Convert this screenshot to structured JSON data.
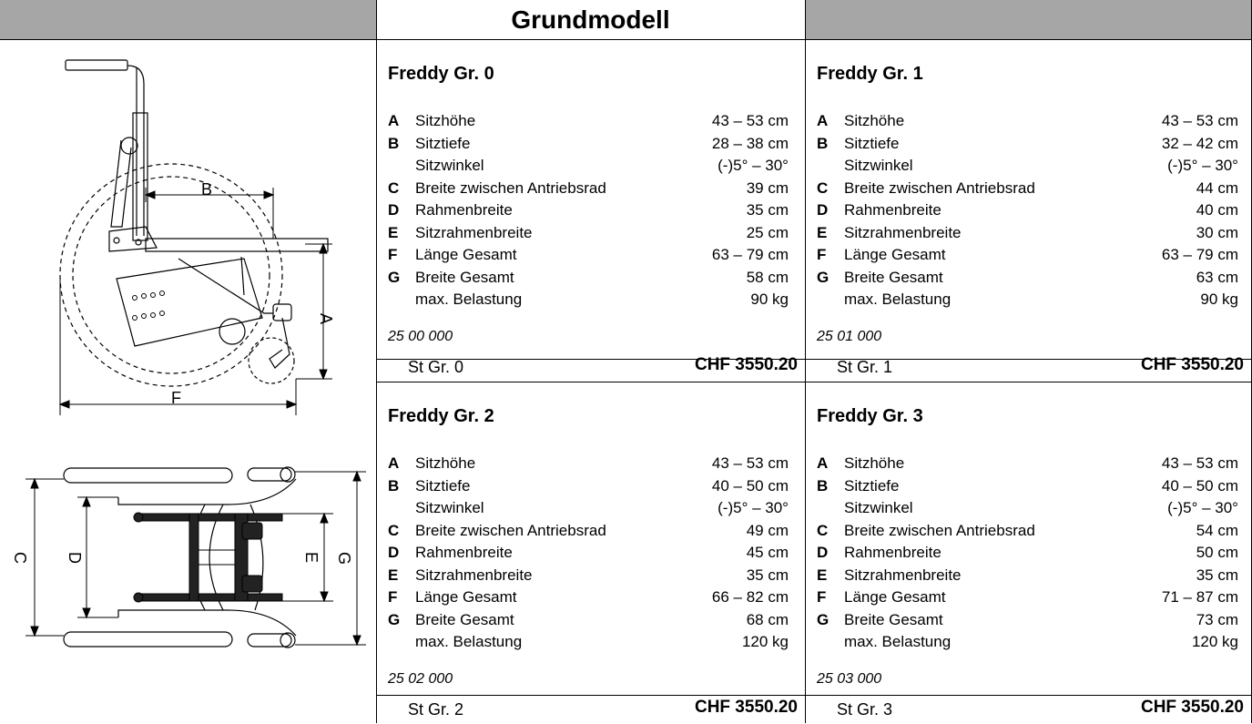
{
  "header": {
    "title": "Grundmodell"
  },
  "drawings": {
    "side_labels": {
      "a": "A",
      "b": "B",
      "f": "F"
    },
    "top_labels": {
      "c": "C",
      "d": "D",
      "e": "E",
      "g": "G"
    }
  },
  "models": [
    {
      "name": "Freddy Gr. 0",
      "specs": [
        {
          "letter": "A",
          "label": "Sitzhöhe",
          "value": "43 – 53 cm"
        },
        {
          "letter": "B",
          "label": "Sitztiefe",
          "value": "28 – 38 cm"
        },
        {
          "letter": "",
          "label": "Sitzwinkel",
          "value": "(-)5° – 30°"
        },
        {
          "letter": "C",
          "label": "Breite zwischen Antriebsrad",
          "value": "39 cm"
        },
        {
          "letter": "D",
          "label": "Rahmenbreite",
          "value": "35 cm"
        },
        {
          "letter": "E",
          "label": "Sitzrahmenbreite",
          "value": "25 cm"
        },
        {
          "letter": "F",
          "label": "Länge Gesamt",
          "value": "63 – 79 cm"
        },
        {
          "letter": "G",
          "label": "Breite Gesamt",
          "value": "58 cm"
        },
        {
          "letter": "",
          "label": "max. Belastung",
          "value": "90 kg"
        }
      ],
      "article_no": "25 00 000",
      "model_code": "St Gr. 0",
      "price": "CHF 3550.20"
    },
    {
      "name": "Freddy Gr. 1",
      "specs": [
        {
          "letter": "A",
          "label": "Sitzhöhe",
          "value": "43 – 53 cm"
        },
        {
          "letter": "B",
          "label": "Sitztiefe",
          "value": "32 – 42 cm"
        },
        {
          "letter": "",
          "label": "Sitzwinkel",
          "value": "(-)5° – 30°"
        },
        {
          "letter": "C",
          "label": "Breite zwischen Antriebsrad",
          "value": "44 cm"
        },
        {
          "letter": "D",
          "label": "Rahmenbreite",
          "value": "40 cm"
        },
        {
          "letter": "E",
          "label": "Sitzrahmenbreite",
          "value": "30 cm"
        },
        {
          "letter": "F",
          "label": "Länge Gesamt",
          "value": "63 – 79 cm"
        },
        {
          "letter": "G",
          "label": "Breite Gesamt",
          "value": "63 cm"
        },
        {
          "letter": "",
          "label": "max. Belastung",
          "value": "90 kg"
        }
      ],
      "article_no": "25 01 000",
      "model_code": "St Gr. 1",
      "price": "CHF 3550.20"
    },
    {
      "name": "Freddy Gr. 2",
      "specs": [
        {
          "letter": "A",
          "label": "Sitzhöhe",
          "value": "43 – 53 cm"
        },
        {
          "letter": "B",
          "label": "Sitztiefe",
          "value": "40 – 50 cm"
        },
        {
          "letter": "",
          "label": "Sitzwinkel",
          "value": "(-)5° – 30°"
        },
        {
          "letter": "C",
          "label": "Breite zwischen Antriebsrad",
          "value": "49 cm"
        },
        {
          "letter": "D",
          "label": "Rahmenbreite",
          "value": "45 cm"
        },
        {
          "letter": "E",
          "label": "Sitzrahmenbreite",
          "value": "35 cm"
        },
        {
          "letter": "F",
          "label": "Länge Gesamt",
          "value": "66 – 82 cm"
        },
        {
          "letter": "G",
          "label": "Breite Gesamt",
          "value": "68 cm"
        },
        {
          "letter": "",
          "label": "max. Belastung",
          "value": "120 kg"
        }
      ],
      "article_no": "25 02 000",
      "model_code": "St Gr. 2",
      "price": "CHF 3550.20"
    },
    {
      "name": "Freddy Gr. 3",
      "specs": [
        {
          "letter": "A",
          "label": "Sitzhöhe",
          "value": "43 – 53 cm"
        },
        {
          "letter": "B",
          "label": "Sitztiefe",
          "value": "40 – 50 cm"
        },
        {
          "letter": "",
          "label": "Sitzwinkel",
          "value": "(-)5° – 30°"
        },
        {
          "letter": "C",
          "label": "Breite zwischen Antriebsrad",
          "value": "54 cm"
        },
        {
          "letter": "D",
          "label": "Rahmenbreite",
          "value": "50 cm"
        },
        {
          "letter": "E",
          "label": "Sitzrahmenbreite",
          "value": "35 cm"
        },
        {
          "letter": "F",
          "label": "Länge Gesamt",
          "value": "71 – 87 cm"
        },
        {
          "letter": "G",
          "label": "Breite Gesamt",
          "value": "73 cm"
        },
        {
          "letter": "",
          "label": "max. Belastung",
          "value": "120 kg"
        }
      ],
      "article_no": "25 03 000",
      "model_code": "St Gr. 3",
      "price": "CHF 3550.20"
    }
  ]
}
